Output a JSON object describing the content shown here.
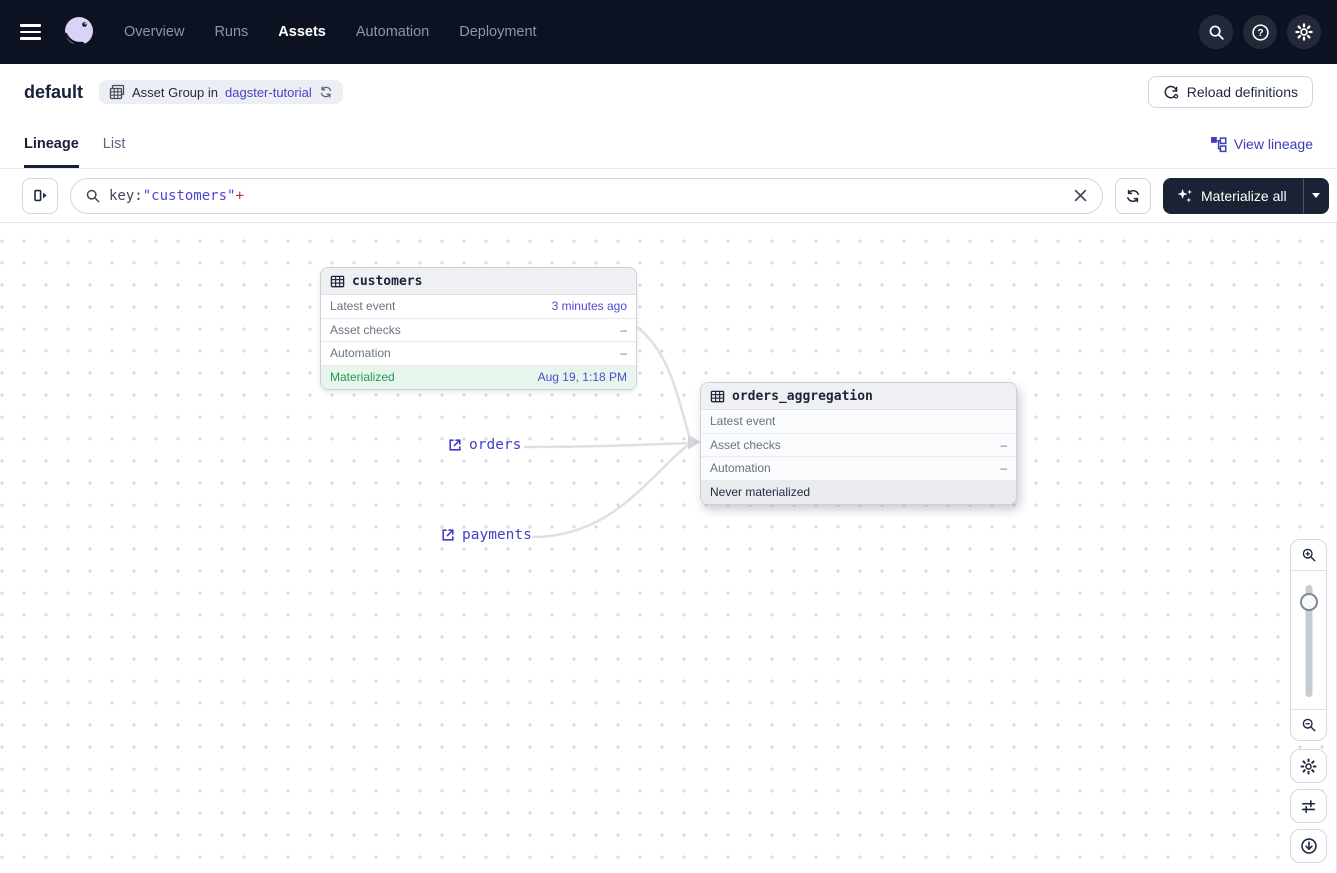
{
  "nav": {
    "items": [
      "Overview",
      "Runs",
      "Assets",
      "Automation",
      "Deployment"
    ],
    "active_item": "Assets"
  },
  "header": {
    "title": "default",
    "badge_prefix": "Asset Group in",
    "badge_link": "dagster-tutorial",
    "reload_label": "Reload definitions"
  },
  "tabs": {
    "lineage": "Lineage",
    "list": "List",
    "view_lineage": "View lineage"
  },
  "toolbar": {
    "query_key": "key:",
    "query_value": "\"customers\"",
    "query_op": "+",
    "materialize_label": "Materialize all"
  },
  "graph": {
    "nodes": [
      {
        "name": "customers",
        "rows": [
          {
            "label": "Latest event",
            "value": "3 minutes ago"
          },
          {
            "label": "Asset checks",
            "value": "–"
          },
          {
            "label": "Automation",
            "value": "–"
          },
          {
            "label": "Materialized",
            "value": "Aug 19, 1:18 PM"
          }
        ]
      },
      {
        "name": "orders_aggregation",
        "rows": [
          {
            "label": "Latest event",
            "value": ""
          },
          {
            "label": "Asset checks",
            "value": "–"
          },
          {
            "label": "Automation",
            "value": "–"
          },
          {
            "label": "Never materialized",
            "value": ""
          }
        ]
      }
    ],
    "links": [
      {
        "label": "orders"
      },
      {
        "label": "payments"
      }
    ]
  },
  "icons": {
    "nav_right": [
      "search-icon",
      "help-icon",
      "settings-icon"
    ],
    "canvas_controls": [
      "zoom-in-icon",
      "zoom-slider",
      "zoom-out-icon",
      "settings-gear-icon",
      "filters-icon",
      "recenter-icon"
    ]
  },
  "colors": {
    "nav_background": "#0d1222",
    "accent_link": "#4744cb",
    "materialized_green": "#209a56",
    "materialized_row_bg": "#e8f5ec",
    "query_plus_red": "#b8382f",
    "dark_button": "#1a2233",
    "edge_gray": "#dde0e5"
  }
}
